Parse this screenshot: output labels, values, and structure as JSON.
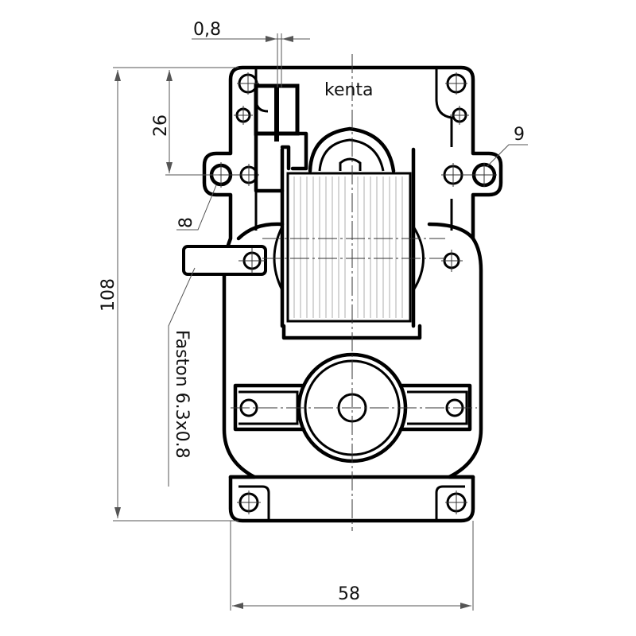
{
  "drawing": {
    "brand_label": "kenta",
    "type": "Gear motor technical drawing (front view)",
    "line_color": "#000000",
    "background_color": "#ffffff"
  },
  "dimensions": {
    "height_total": "108",
    "top_to_mount_hole": "26",
    "width_total": "58",
    "terminal_thickness": "0,8",
    "mount_hole_left": "8",
    "mount_hole_right": "9"
  },
  "callouts": {
    "terminal": "Faston 6.3x0.8"
  }
}
